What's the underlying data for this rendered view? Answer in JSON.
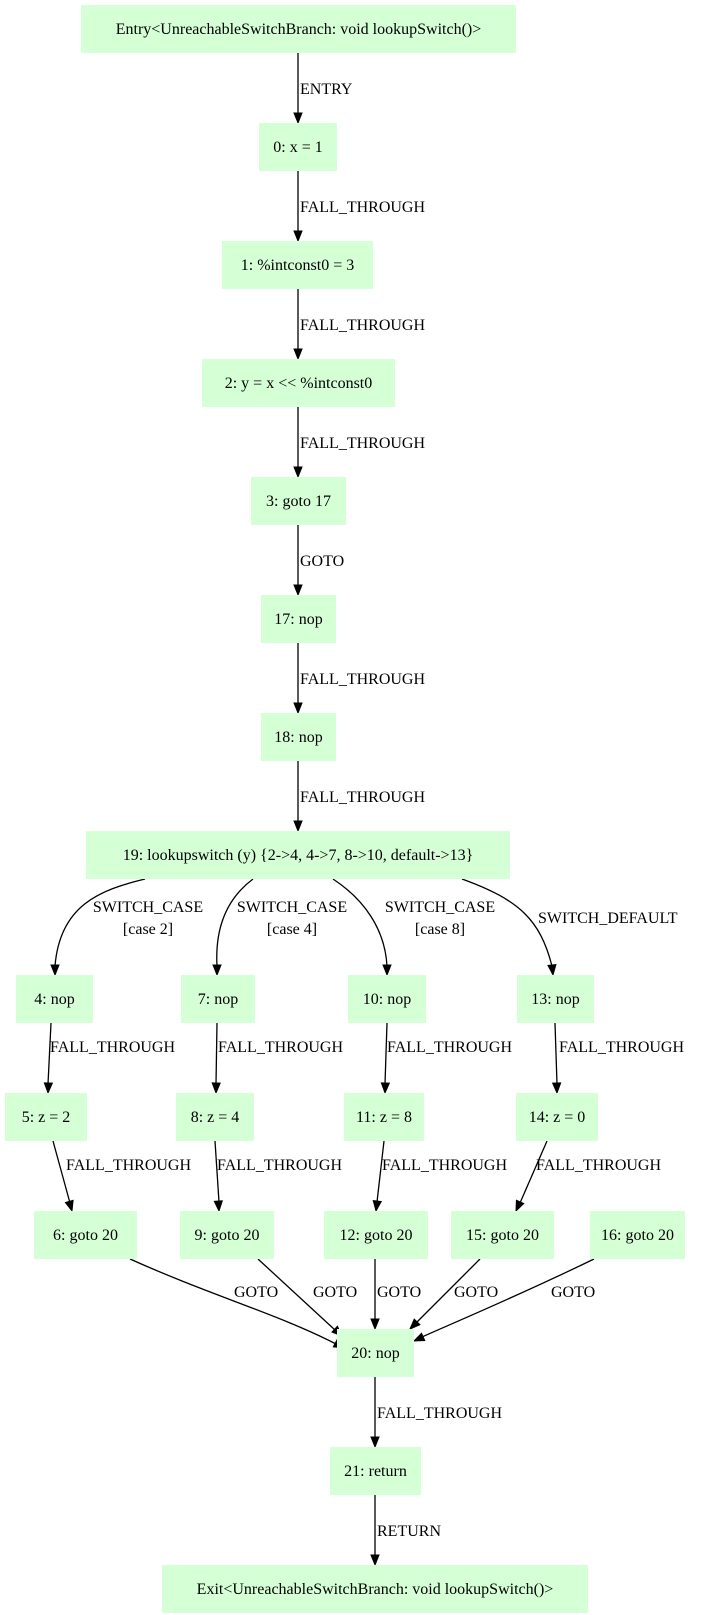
{
  "nodes": {
    "entry": "Entry<UnreachableSwitchBranch: void lookupSwitch()>",
    "n0": "0: x = 1",
    "n1": "1: %intconst0 = 3",
    "n2": "2: y = x << %intconst0",
    "n3": "3: goto 17",
    "n17": "17: nop",
    "n18": "18: nop",
    "n19": "19: lookupswitch (y) {2->4, 4->7, 8->10, default->13}",
    "n4": "4: nop",
    "n7": "7: nop",
    "n10": "10: nop",
    "n13": "13: nop",
    "n5": "5: z = 2",
    "n8": "8: z = 4",
    "n11": "11: z = 8",
    "n14": "14: z = 0",
    "n6": "6: goto 20",
    "n9": "9: goto 20",
    "n12": "12: goto 20",
    "n15": "15: goto 20",
    "n16": "16: goto 20",
    "n20": "20: nop",
    "n21": "21: return",
    "exit": "Exit<UnreachableSwitchBranch: void lookupSwitch()>"
  },
  "edge_labels": {
    "entry_0": [
      "ENTRY"
    ],
    "n0_n1": [
      "FALL_THROUGH"
    ],
    "n1_n2": [
      "FALL_THROUGH"
    ],
    "n2_n3": [
      "FALL_THROUGH"
    ],
    "n3_n17": [
      "GOTO"
    ],
    "n17_n18": [
      "FALL_THROUGH"
    ],
    "n18_n19": [
      "FALL_THROUGH"
    ],
    "n19_n4": [
      "SWITCH_CASE",
      "[case 2]"
    ],
    "n19_n7": [
      "SWITCH_CASE",
      "[case 4]"
    ],
    "n19_n10": [
      "SWITCH_CASE",
      "[case 8]"
    ],
    "n19_n13": [
      "SWITCH_DEFAULT"
    ],
    "n4_n5": [
      "FALL_THROUGH"
    ],
    "n7_n8": [
      "FALL_THROUGH"
    ],
    "n10_n11": [
      "FALL_THROUGH"
    ],
    "n13_n14": [
      "FALL_THROUGH"
    ],
    "n5_n6": [
      "FALL_THROUGH"
    ],
    "n8_n9": [
      "FALL_THROUGH"
    ],
    "n11_n12": [
      "FALL_THROUGH"
    ],
    "n14_n15": [
      "FALL_THROUGH"
    ],
    "n6_n20": [
      "GOTO"
    ],
    "n9_n20": [
      "GOTO"
    ],
    "n12_n20": [
      "GOTO"
    ],
    "n15_n20": [
      "GOTO"
    ],
    "n16_n20": [
      "GOTO"
    ],
    "n20_n21": [
      "FALL_THROUGH"
    ],
    "n21_exit": [
      "RETURN"
    ]
  },
  "colors": {
    "node_fill": "#d5ffd5",
    "edge": "#000000"
  }
}
